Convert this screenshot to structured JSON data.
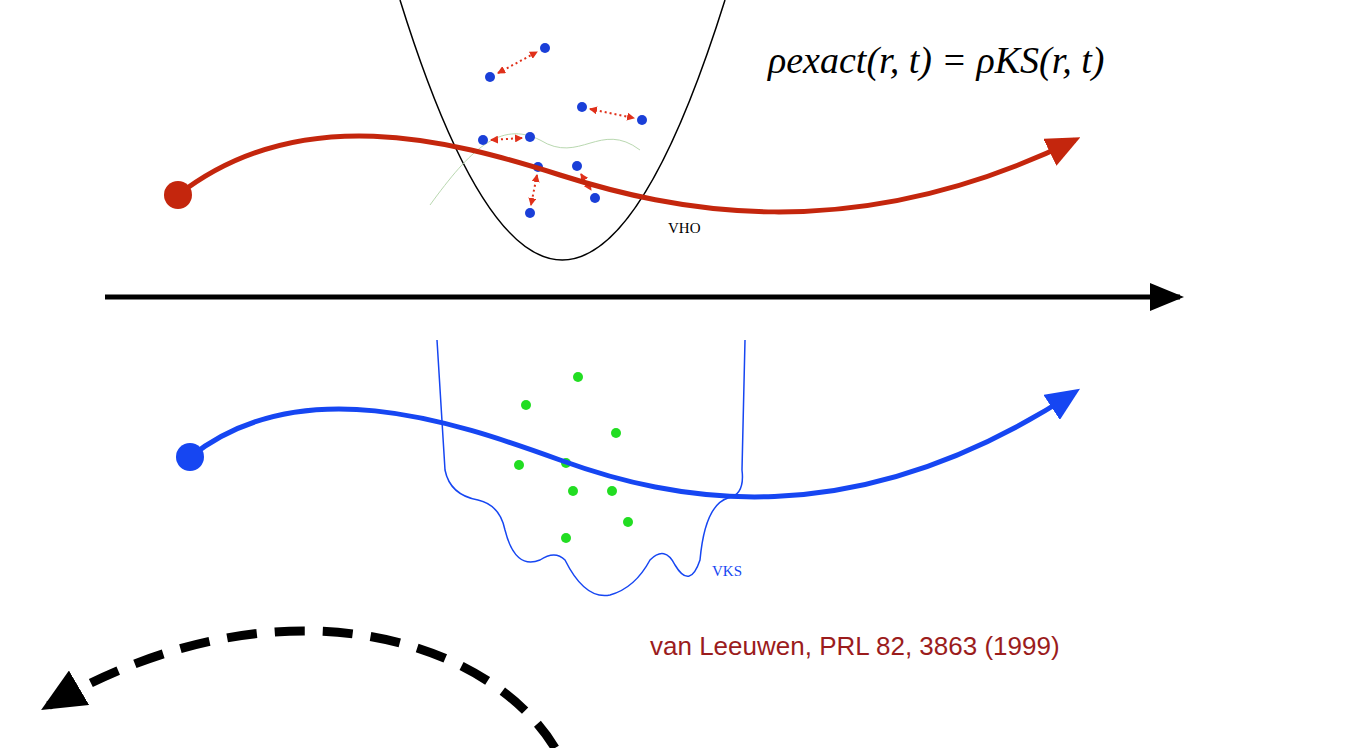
{
  "diagram": {
    "labels": [
      "ρexact(r, t) = ρKS(r, t)",
      "VHO",
      "VKS",
      "van Leeuwen, PRL 82, 3863 (1999)"
    ]
  }
}
